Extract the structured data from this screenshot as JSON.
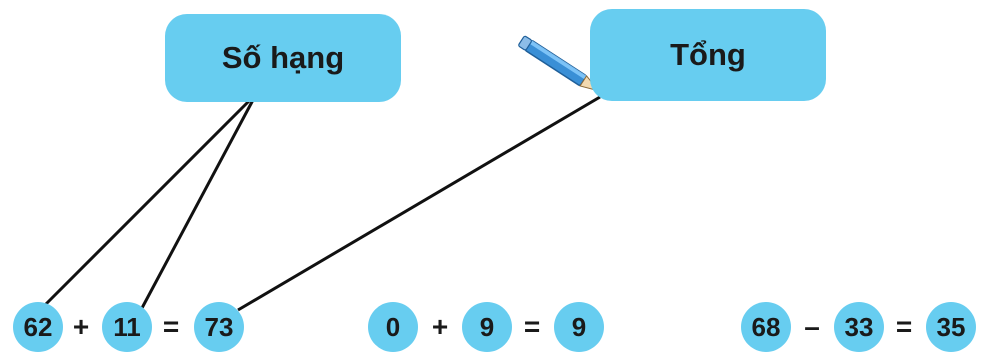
{
  "labels": {
    "addend": "Số hạng",
    "sum": "Tổng"
  },
  "equations": [
    {
      "a": "62",
      "op": "+",
      "b": "11",
      "eq": "=",
      "result": "73"
    },
    {
      "a": "0",
      "op": "+",
      "b": "9",
      "eq": "=",
      "result": "9"
    },
    {
      "a": "68",
      "op": "–",
      "b": "33",
      "eq": "=",
      "result": "35"
    }
  ],
  "colors": {
    "bubble": "#67cdf0",
    "text": "#1a1a1a",
    "line": "#111111"
  },
  "icons": [
    "pencil-icon"
  ]
}
